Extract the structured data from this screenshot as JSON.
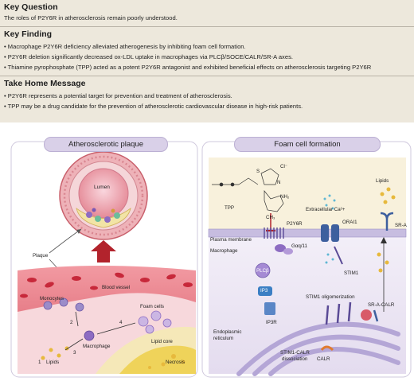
{
  "key_question": {
    "heading": "Key Question",
    "text": "The roles of P2Y6R in atherosclerosis remain poorly understood."
  },
  "key_finding": {
    "heading": "Key Finding",
    "bullets": [
      "• Macrophage P2Y6R deficiency alleviated atherogenesis by inhibiting foam cell formation.",
      "• P2Y6R deletion significantly decreased ox-LDL uptake in macrophages via PLCβ/SOCE/CALR/SR-A axes.",
      "• Thiamine pyrophosphate (TPP) acted as a potent P2Y6R antagonist and exhibited beneficial effects on atherosclerosis targeting P2Y6R"
    ]
  },
  "take_home": {
    "heading": "Take Home Message",
    "bullets": [
      "• P2Y6R represents a potential target for prevention and treatment of atherosclerosis.",
      "• TPP may be a drug candidate for the prevention of atherosclerotic cardiovascular disease in high-risk patients."
    ]
  },
  "left_panel": {
    "title": "Atherosclerotic plaque",
    "labels": {
      "lumen": "Lumen",
      "plaque": "Plaque",
      "blood_vessel": "Blood vessel",
      "monocytes": "Monocytes",
      "foam_cells": "Foam cells",
      "macrophage": "Macrophage",
      "lipid_core": "Lipid core",
      "lipids": "Lipids",
      "necrosis": "Necrosis",
      "step1": "1",
      "step2": "2",
      "step3": "3",
      "step4": "4"
    }
  },
  "right_panel": {
    "title": "Foam cell formation",
    "labels": {
      "tpp": "TPP",
      "p2y6r": "P2Y6R",
      "extracellular_ca": "Extracellular Ca²+",
      "orai1": "ORAI1",
      "lipids": "Lipids",
      "sr_a": "SR-A",
      "plasma_membrane": "Plasma membrane",
      "macrophage": "Macrophage",
      "gaq11": "Gαq/11",
      "stim1": "STIM1",
      "plcb": "PLCβ",
      "ip3": "IP3",
      "stim1_oligo": "STIM1 oligomerization",
      "sr_a_calr": "SR-A-CALR",
      "ip3r": "IP3R",
      "er1": "Endoplasmic",
      "er2": "reticulum",
      "stim1_calr1": "STIM1-CALR",
      "stim1_calr2": "dissociation",
      "calr": "CALR",
      "cl": "Cl⁻",
      "nh2": "NH₂",
      "ch3": "CH₃",
      "s": "S",
      "n": "N"
    }
  },
  "colors": {
    "header_bg": "#ede8dc",
    "pill": "#d9d0e8",
    "cell_bg": "#ebe6f3",
    "er": "#b4a6d6",
    "vessel": "#e46c78",
    "arrow_red": "#b2232c",
    "lipid_yellow": "#efd35a"
  }
}
